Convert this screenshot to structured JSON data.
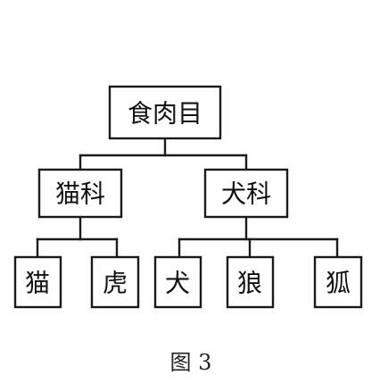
{
  "diagram": {
    "root": {
      "label": "食肉目"
    },
    "families": [
      {
        "label": "猫科",
        "members": [
          {
            "label": "猫"
          },
          {
            "label": "虎"
          }
        ]
      },
      {
        "label": "犬科",
        "members": [
          {
            "label": "犬"
          },
          {
            "label": "狼"
          },
          {
            "label": "狐"
          }
        ]
      }
    ],
    "caption": "图 3"
  }
}
